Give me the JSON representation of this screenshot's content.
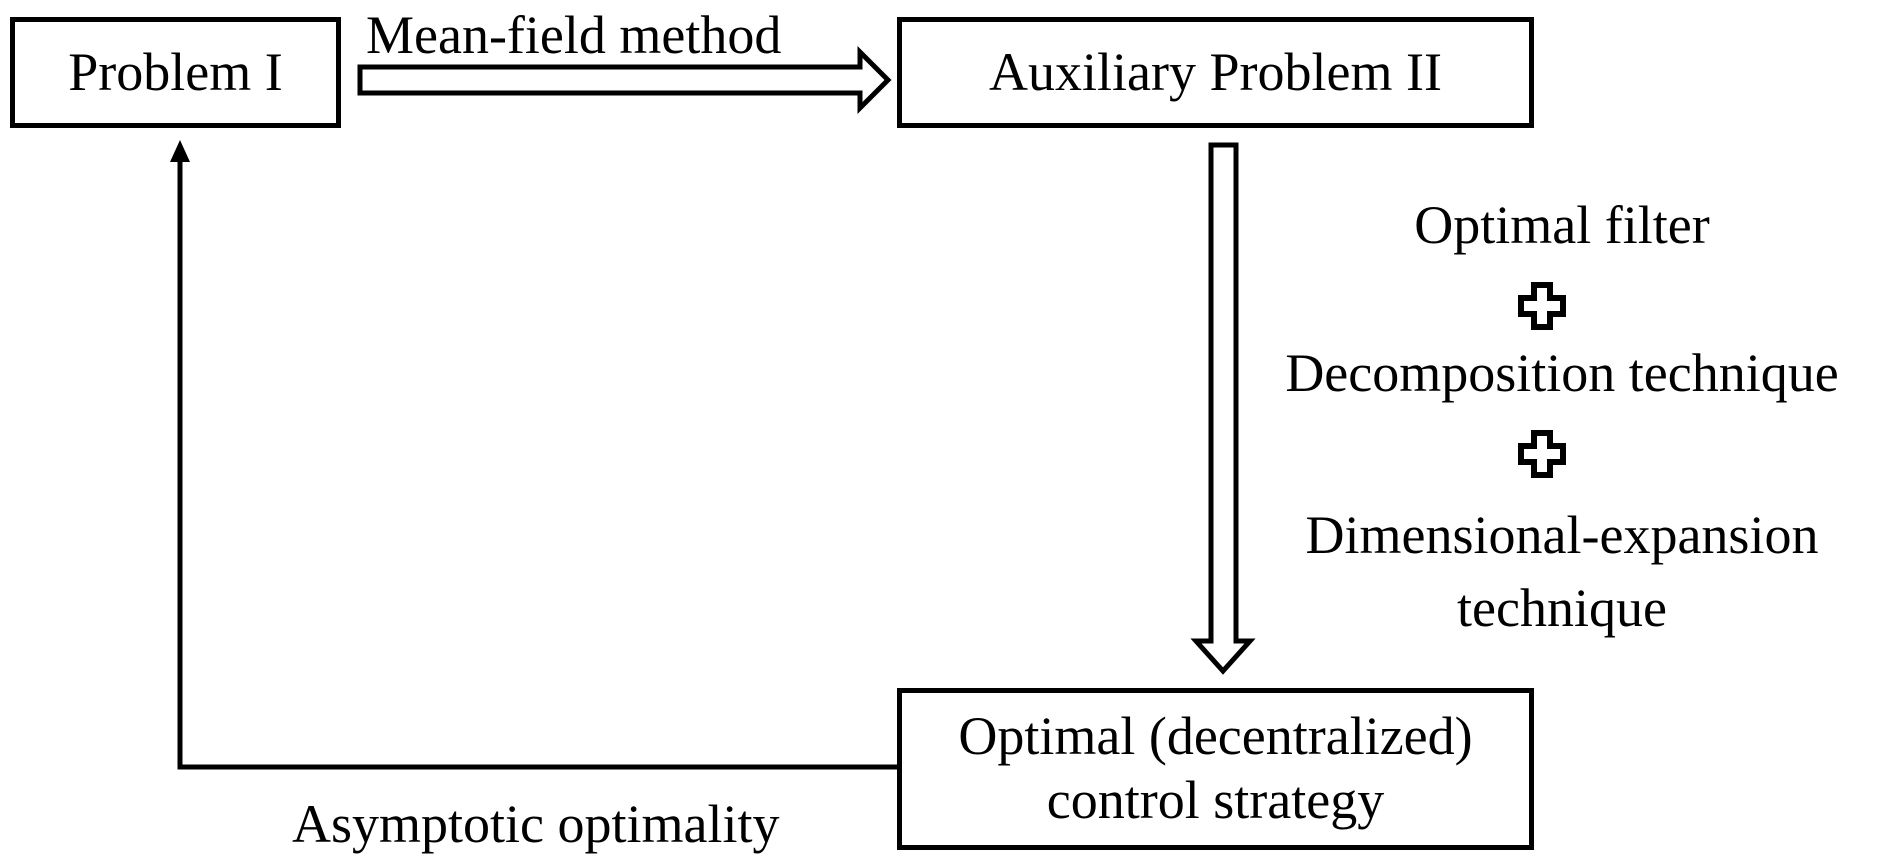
{
  "boxes": {
    "problem_1": "Problem I",
    "auxiliary_problem_2": "Auxiliary Problem II",
    "optimal_strategy": {
      "line1": "Optimal (decentralized)",
      "line2": "control strategy"
    }
  },
  "edges": {
    "mean_field": "Mean-field method",
    "asymptotic": "Asymptotic optimality"
  },
  "techniques": {
    "optimal_filter": "Optimal filter",
    "decomposition": "Decomposition technique",
    "dimensional_expansion_line1": "Dimensional-expansion",
    "dimensional_expansion_line2": "technique"
  },
  "colors": {
    "stroke": "#000000",
    "background": "#ffffff"
  },
  "icons": {
    "combine": "plus-icon"
  }
}
